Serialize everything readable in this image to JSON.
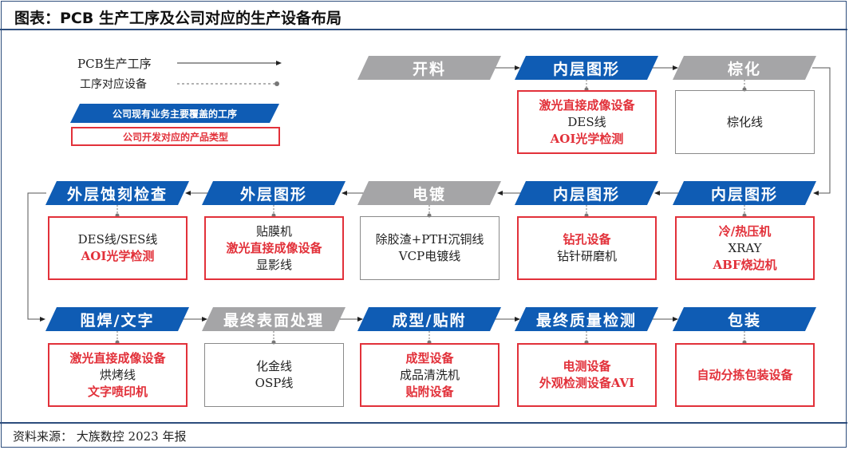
{
  "title": "图表：PCB 生产工序及公司对应的生产设备布局",
  "legend": {
    "process_flow": "PCB生产工序",
    "equipment_link": "工序对应设备",
    "company_process": "公司现有业务主要覆盖的工序",
    "company_product": "公司开发对应的产品类型"
  },
  "colors": {
    "blue": "#0f5cb4",
    "gray": "#a5a5a7",
    "red": "#e2313a"
  },
  "rows": [
    [
      null,
      null,
      {
        "label": "开料",
        "style": "gray",
        "lines": []
      },
      {
        "label": "内层图形",
        "style": "blue",
        "box": "red",
        "lines": [
          {
            "text": "激光直接成像设备",
            "red": true
          },
          {
            "text": "DES线",
            "red": false
          },
          {
            "text": "AOI光学检测",
            "red": true
          }
        ]
      },
      {
        "label": "棕化",
        "style": "gray",
        "box": "gray",
        "lines": [
          {
            "text": "棕化线",
            "red": false
          }
        ]
      }
    ],
    [
      {
        "label": "外层蚀刻检查",
        "style": "blue",
        "box": "red",
        "lines": [
          {
            "text": "DES线/SES线",
            "red": false
          },
          {
            "text": "AOI光学检测",
            "red": true
          }
        ]
      },
      {
        "label": "外层图形",
        "style": "blue",
        "box": "red",
        "lines": [
          {
            "text": "贴膜机",
            "red": false
          },
          {
            "text": "激光直接成像设备",
            "red": true
          },
          {
            "text": "显影线",
            "red": false
          }
        ]
      },
      {
        "label": "电镀",
        "style": "gray",
        "box": "gray",
        "lines": [
          {
            "text": "除胶渣+PTH沉铜线",
            "red": false
          },
          {
            "text": "VCP电镀线",
            "red": false
          }
        ]
      },
      {
        "label": "内层图形",
        "style": "blue",
        "box": "red",
        "lines": [
          {
            "text": "钻孔设备",
            "red": true
          },
          {
            "text": "钻针研磨机",
            "red": false
          }
        ]
      },
      {
        "label": "内层图形",
        "style": "blue",
        "box": "red",
        "lines": [
          {
            "text": "冷/热压机",
            "red": true
          },
          {
            "text": "XRAY",
            "red": false
          },
          {
            "text": "ABF烧边机",
            "red": true
          }
        ]
      }
    ],
    [
      {
        "label": "阻焊/文字",
        "style": "blue",
        "box": "red",
        "lines": [
          {
            "text": "激光直接成像设备",
            "red": true
          },
          {
            "text": "烘烤线",
            "red": false
          },
          {
            "text": "文字喷印机",
            "red": true
          }
        ]
      },
      {
        "label": "最终表面处理",
        "style": "gray",
        "box": "gray",
        "lines": [
          {
            "text": "化金线",
            "red": false
          },
          {
            "text": "OSP线",
            "red": false
          }
        ]
      },
      {
        "label": "成型/贴附",
        "style": "blue",
        "box": "red",
        "lines": [
          {
            "text": "成型设备",
            "red": true
          },
          {
            "text": "成品清洗机",
            "red": false
          },
          {
            "text": "贴附设备",
            "red": true
          }
        ]
      },
      {
        "label": "最终质量检测",
        "style": "blue",
        "box": "red",
        "lines": [
          {
            "text": "电测设备",
            "red": true
          },
          {
            "text": "外观检测设备AVI",
            "red": true
          }
        ]
      },
      {
        "label": "包装",
        "style": "blue",
        "box": "red",
        "lines": [
          {
            "text": "自动分拣包装设备",
            "red": true
          }
        ]
      }
    ]
  ],
  "source": "资料来源：  大族数控 2023 年报"
}
